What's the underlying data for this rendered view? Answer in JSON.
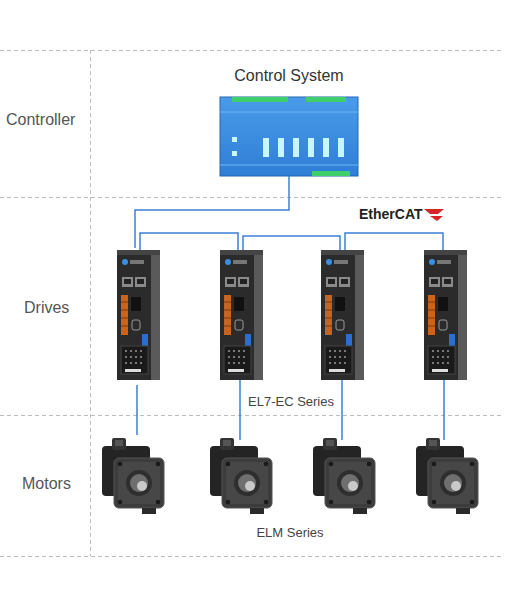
{
  "diagram": {
    "nodes": [
      {
        "text": [
          "Controller"
        ]
      },
      {
        "text": [
          "Control System"
        ],
        "in": 0
      },
      {
        "text": [
          "Drives"
        ]
      },
      {
        "text": [
          "EL7-EC Series"
        ],
        "in": 2
      },
      {
        "text": [
          "Motors"
        ]
      },
      {
        "text": [
          "ELM Series"
        ],
        "in": 4
      }
    ],
    "edges": [
      {
        "from": 1,
        "to": 3,
        "arrow": "none"
      },
      {
        "from": 3,
        "to": 5,
        "arrow": "none"
      }
    ],
    "labels": [
      "EtherCAT"
    ]
  }
}
